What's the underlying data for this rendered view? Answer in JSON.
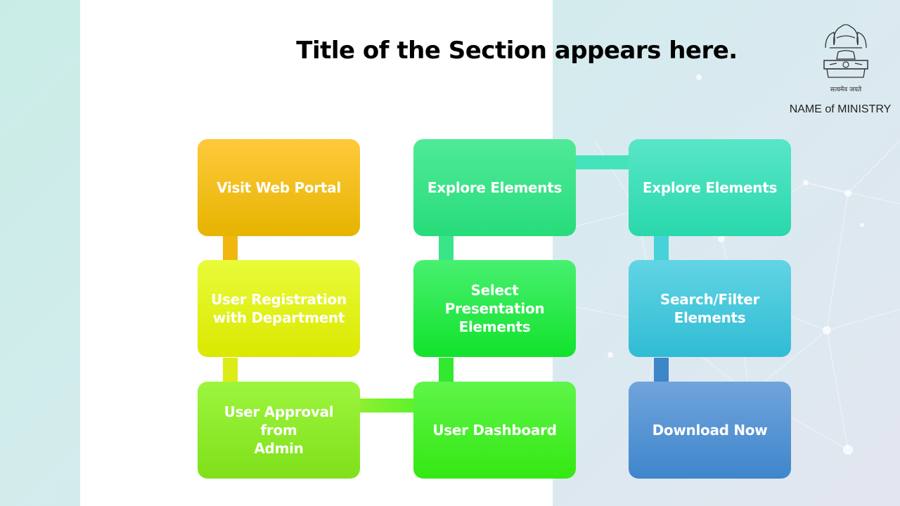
{
  "slide": {
    "title": "Title of the Section appears here.",
    "ministry": "NAME of MINISTRY",
    "emblem_motto": "सत्यमेव जयते"
  },
  "colors": {
    "orange": "#f5b520",
    "yellow": "#e1ee1a",
    "lime": "#86e82e",
    "green": "#2ee84a",
    "teal": "#3ee2b4",
    "cyan": "#45c7e0",
    "blue": "#4a8fd0"
  },
  "flow": {
    "steps": [
      {
        "label": "Visit Web Portal"
      },
      {
        "label": "User Registration\nwith Department"
      },
      {
        "label": "User Approval from\nAdmin"
      },
      {
        "label": "User Dashboard"
      },
      {
        "label": "Select Presentation\nElements"
      },
      {
        "label": "Explore Elements"
      },
      {
        "label": "Explore Elements"
      },
      {
        "label": "Search/Filter\nElements"
      },
      {
        "label": "Download Now"
      }
    ]
  }
}
